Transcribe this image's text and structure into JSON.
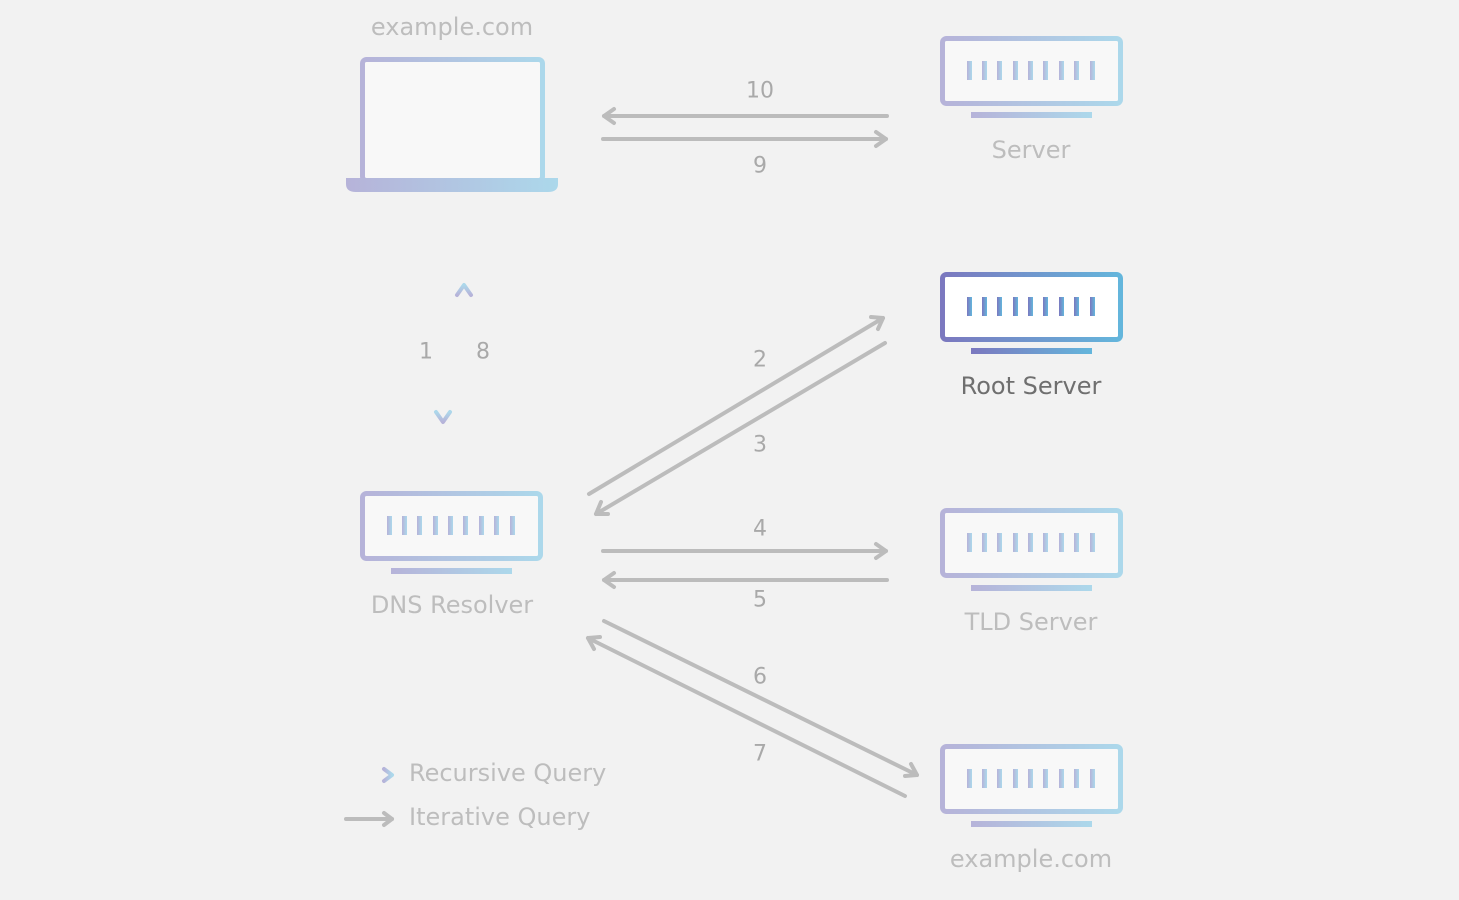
{
  "nodes": {
    "client": {
      "label": "example.com"
    },
    "server": {
      "label": "Server"
    },
    "root": {
      "label": "Root Server"
    },
    "resolver": {
      "label": "DNS Resolver"
    },
    "tld": {
      "label": "TLD Server"
    },
    "authoritative": {
      "label": "example.com"
    }
  },
  "steps": [
    "1",
    "2",
    "3",
    "4",
    "5",
    "6",
    "7",
    "8",
    "9",
    "10"
  ],
  "legend": {
    "recursive": "Recursive Query",
    "iterative": "Iterative Query"
  },
  "colors": {
    "background": "#f2f2f2",
    "iterative_arrow": "#bcbcbc",
    "gradient_start": "#b3b0d8",
    "gradient_end": "#a9d8ea",
    "active_start": "#7b78bf",
    "active_end": "#64b6dc"
  }
}
